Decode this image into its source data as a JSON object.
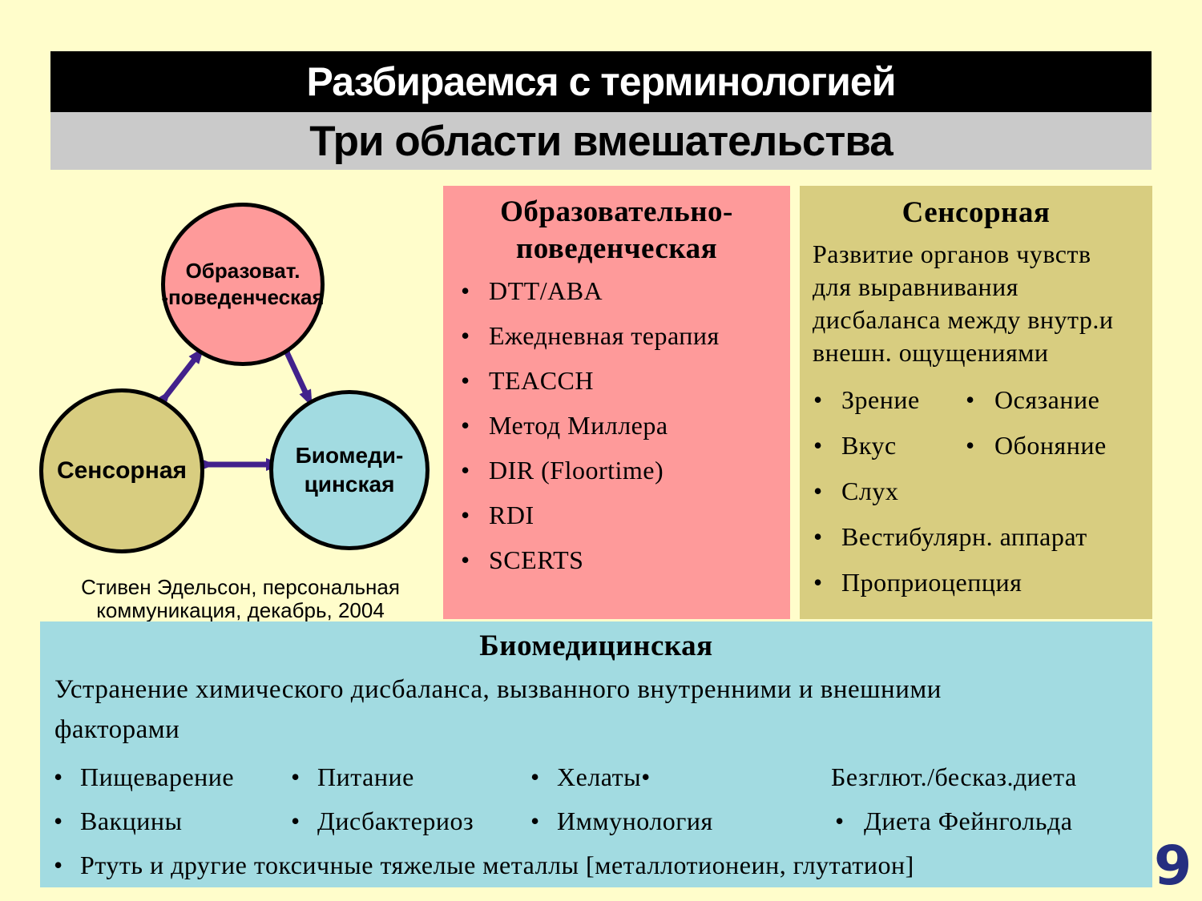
{
  "header": {
    "title": "Разбираемся с терминологией",
    "subtitle": "Три области вмешательства"
  },
  "diagram": {
    "circle_educational_lines": [
      "Образоват.",
      "-поведенческая"
    ],
    "circle_sensory_label": "Сенсорная",
    "circle_biomedical_lines": [
      "Биомеди-",
      "цинская"
    ],
    "caption_lines": [
      "Стивен Эдельсон, персональная",
      "коммуникация, декабрь, 2004"
    ]
  },
  "panels": {
    "educational": {
      "title_lines": [
        "Образовательно-",
        "поведенческая"
      ],
      "bullets": [
        "DTT/ABA",
        "Ежедневная терапия",
        "TEACCH",
        "Метод Миллера",
        "DIR (Floortime)",
        "RDI",
        "SCERTS"
      ]
    },
    "sensory": {
      "title": "Сенсорная",
      "description_lines": [
        "Развитие органов чувств",
        "для выравнивания",
        "дисбаланса между внутр.и",
        "внешн. ощущениями"
      ],
      "bullets_left": [
        "Зрение",
        "Вкус",
        "Слух",
        "Вестибулярн. аппарат",
        "Проприоцепция"
      ],
      "bullets_right": [
        "Осязание",
        "Обоняние"
      ]
    },
    "biomedical": {
      "title": "Биомедицинская",
      "description_lines": [
        "Устранение химического дисбаланса, вызванного внутренними и внешними",
        "факторами"
      ],
      "row1": [
        "Пищеварение",
        "Питание",
        "Хелаты•",
        "Безглют./бесказ.диета"
      ],
      "row2": [
        "Вакцины",
        "Дисбактериоз",
        "Иммунология",
        "Диета Фейнгольда"
      ],
      "row3": "Ртуть и другие токсичные тяжелые металлы [металлотионеин, глутатион]"
    }
  },
  "page_number": "9",
  "colors": {
    "background": "#FFFDCB",
    "header_bar": "#000000",
    "subtitle_bar": "#CACACA",
    "educational": "#FE9A9A",
    "sensory": "#D8CD80",
    "biomedical": "#A2DBE1",
    "arrow": "#42218C",
    "page_number": "#252F80"
  }
}
